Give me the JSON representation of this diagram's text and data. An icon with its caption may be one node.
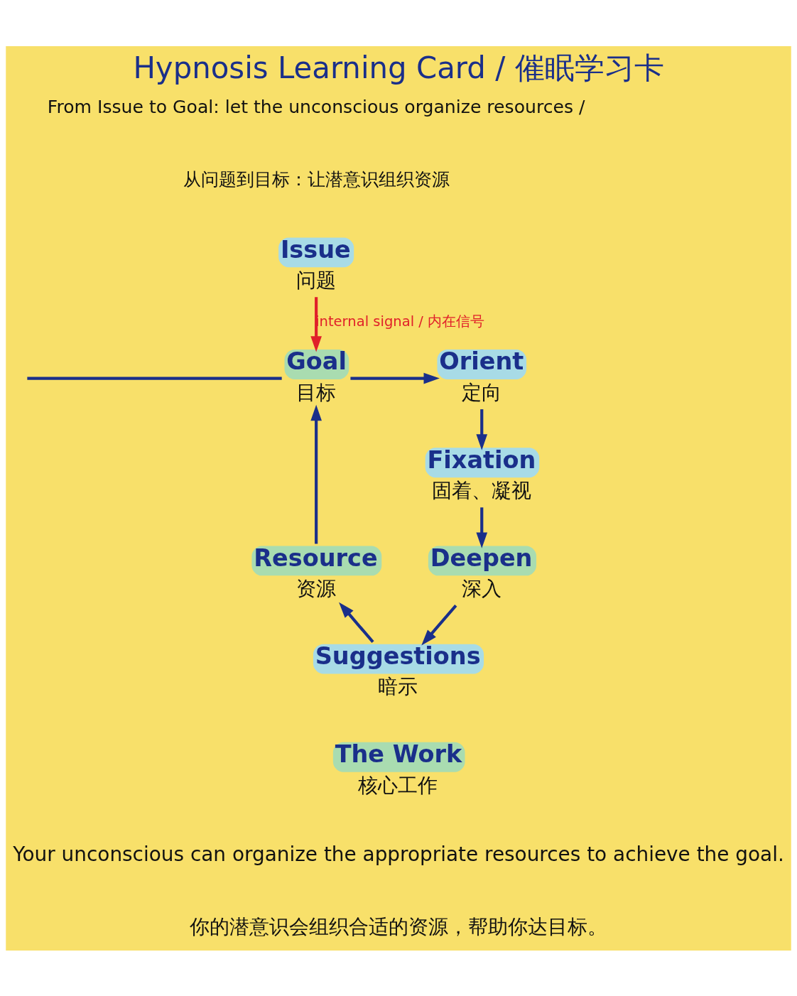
{
  "diagram": {
    "title": "Hypnosis Learning Card / 催眠学习卡",
    "nodes": [
      {
        "text": [
          "Issue",
          "问题"
        ]
      },
      {
        "text": [
          "Goal",
          "目标"
        ]
      },
      {
        "text": [
          "Orient",
          "定向"
        ]
      },
      {
        "text": [
          "Fixation",
          "固着、凝视"
        ]
      },
      {
        "text": [
          "Deepen",
          "深入"
        ]
      },
      {
        "text": [
          "Suggestions",
          "暗示"
        ]
      },
      {
        "text": [
          "Resource",
          "资源"
        ]
      },
      {
        "text": [
          "The Work",
          "核心工作"
        ]
      }
    ],
    "edges": [
      {
        "from": 0,
        "to": 1,
        "arrow": "to",
        "label": "internal signal / 内在信号",
        "color": "#e0202a"
      },
      {
        "from": 1,
        "to": 2,
        "arrow": "to"
      },
      {
        "from": 2,
        "to": 3,
        "arrow": "to"
      },
      {
        "from": 3,
        "to": 4,
        "arrow": "to"
      },
      {
        "from": 4,
        "to": 5,
        "arrow": "to"
      },
      {
        "from": 5,
        "to": 6,
        "arrow": "to"
      },
      {
        "from": 6,
        "to": 1,
        "arrow": "to"
      },
      {
        "from": null,
        "to": 1,
        "arrow": "none"
      }
    ],
    "labels": [
      "From Issue to Goal: let the unconscious organize resources /",
      "从问题到目标：让潜意识组织资源",
      "Your unconscious can organize the appropriate resources to achieve the goal.",
      "你的潜意识会组织合适的资源，帮助你达目标。"
    ]
  }
}
